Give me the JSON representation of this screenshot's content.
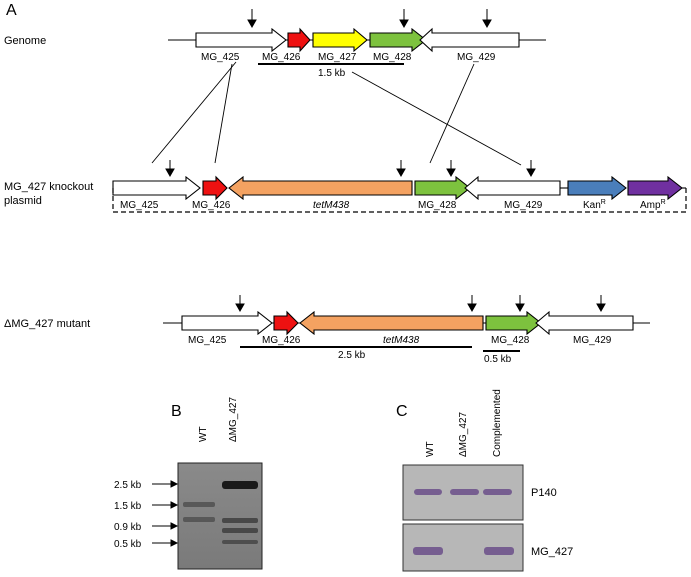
{
  "panels": {
    "a": "A",
    "b": "B",
    "c": "C"
  },
  "colors": {
    "red": "#ee1111",
    "yellow": "#ffff00",
    "green": "#7dc23e",
    "orange": "#f4a261",
    "blue": "#4a7ebb",
    "purple": "#7030a0",
    "white": "#ffffff",
    "blot": "#888888"
  },
  "genome": {
    "title": "Genome",
    "labels": [
      "MG_425",
      "MG_426",
      "MG_427",
      "MG_428",
      "MG_429"
    ],
    "size": "1.5 kb"
  },
  "plasmid": {
    "title_line1": "MG_427 knockout",
    "title_line2": "plasmid",
    "labels": [
      "MG_425",
      "MG_426",
      "tetM438",
      "MG_428",
      "MG_429"
    ],
    "kan": "Kan",
    "amp": "Amp",
    "sup": "R"
  },
  "mutant": {
    "title": "ΔMG_427 mutant",
    "labels": [
      "MG_425",
      "MG_426",
      "tetM438",
      "MG_428",
      "MG_429"
    ],
    "size_big": "2.5 kb",
    "size_small": "0.5 kb"
  },
  "blot_b": {
    "lanes": [
      "WT",
      "ΔMG_427"
    ],
    "markers": [
      "2.5 kb",
      "1.5 kb",
      "0.9 kb",
      "0.5 kb"
    ]
  },
  "blot_c": {
    "lanes": [
      "WT",
      "ΔMG_427",
      "Complemented"
    ],
    "rows": [
      "P140",
      "MG_427"
    ]
  }
}
